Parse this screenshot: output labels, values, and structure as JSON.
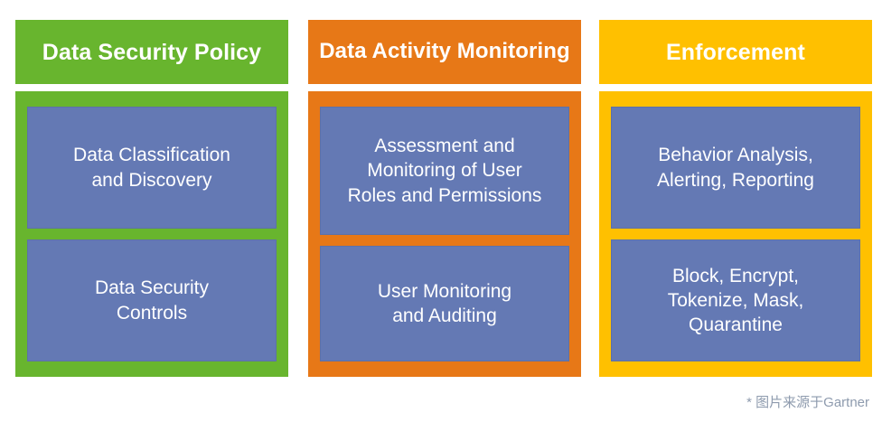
{
  "diagram": {
    "columns": [
      {
        "id": "data-security-policy",
        "header": "Data Security Policy",
        "header_lines": [
          "Data Security Policy"
        ],
        "accent_color": "#68b52e",
        "items": [
          {
            "text": "Data Classification and Discovery",
            "lines": [
              "Data Classification",
              "and Discovery"
            ]
          },
          {
            "text": "Data Security Controls",
            "lines": [
              "Data Security",
              "Controls"
            ]
          }
        ]
      },
      {
        "id": "data-activity-monitoring",
        "header": "Data Activity Monitoring",
        "header_lines": [
          "Data Activity",
          "Monitoring"
        ],
        "accent_color": "#e77817",
        "items": [
          {
            "text": "Assessment and Monitoring of User Roles and Permissions",
            "lines": [
              "Assessment and",
              "Monitoring of User",
              "Roles and Permissions"
            ]
          },
          {
            "text": "User Monitoring and Auditing",
            "lines": [
              "User Monitoring",
              "and Auditing"
            ]
          }
        ]
      },
      {
        "id": "enforcement",
        "header": "Enforcement",
        "header_lines": [
          "Enforcement"
        ],
        "accent_color": "#ffc000",
        "items": [
          {
            "text": "Behavior Analysis, Alerting, Reporting",
            "lines": [
              "Behavior Analysis,",
              "Alerting, Reporting"
            ]
          },
          {
            "text": "Block, Encrypt, Tokenize, Mask, Quarantine",
            "lines": [
              "Block, Encrypt,",
              "Tokenize, Mask,",
              "Quarantine"
            ]
          }
        ]
      }
    ],
    "item_box_color": "#6479b4",
    "item_box_border_color": "#5d71a8",
    "item_text_color": "#ffffff",
    "header_text_color": "#ffffff"
  },
  "footer": {
    "credit": "* 图片来源于Gartner",
    "color": "#8e9bae"
  }
}
